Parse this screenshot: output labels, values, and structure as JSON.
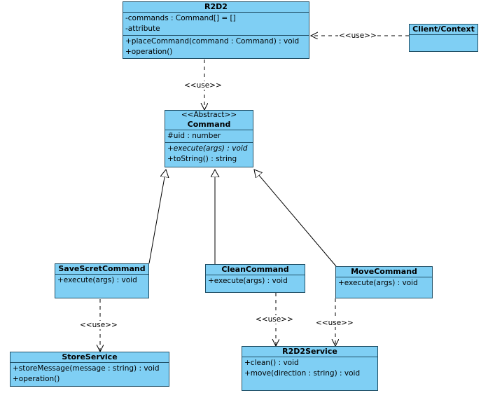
{
  "classes": {
    "r2d2": {
      "name": "R2D2",
      "attributes": [
        "-commands : Command[] = []",
        "-attribute"
      ],
      "operations": [
        "+placeCommand(command : Command) : void",
        "+operation()"
      ]
    },
    "client": {
      "name": "Client/Context"
    },
    "command": {
      "stereotype": "<<Abstract>>",
      "name": "Command",
      "attributes": [
        "#uid : number"
      ],
      "operations": [
        "+execute(args) : void",
        "+toString() : string"
      ]
    },
    "save": {
      "name": "SaveScretCommand",
      "operations": [
        "+execute(args) : void"
      ]
    },
    "clean": {
      "name": "CleanCommand",
      "operations": [
        "+execute(args) : void"
      ]
    },
    "move": {
      "name": "MoveCommand",
      "operations": [
        "+execute(args) : void"
      ]
    },
    "store": {
      "name": "StoreService",
      "operations": [
        "+storeMessage(message : string) : void",
        "+operation()"
      ]
    },
    "r2d2service": {
      "name": "R2D2Service",
      "operations": [
        "+clean() : void",
        "+move(direction : string) : void"
      ]
    }
  },
  "labels": {
    "use": "<<use>>"
  },
  "colors": {
    "class_fill": "#7fcff4",
    "class_border": "#1f4f66",
    "line": "#000000"
  }
}
